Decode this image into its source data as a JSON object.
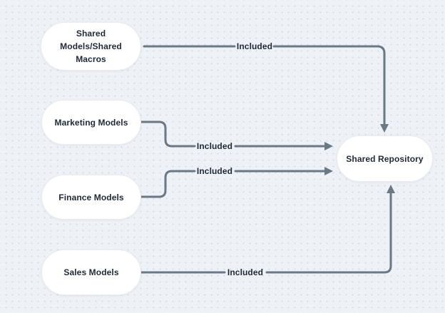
{
  "diagram": {
    "nodes": [
      {
        "id": "shared-models",
        "label": "Shared Models/Shared Macros",
        "lines": [
          "Shared",
          "Models/Shared",
          "Macros"
        ]
      },
      {
        "id": "marketing-models",
        "label": "Marketing Models"
      },
      {
        "id": "finance-models",
        "label": "Finance Models"
      },
      {
        "id": "sales-models",
        "label": "Sales Models"
      },
      {
        "id": "shared-repository",
        "label": "Shared Repository"
      }
    ],
    "edges": [
      {
        "from": "shared-models",
        "to": "shared-repository",
        "label": "Included"
      },
      {
        "from": "marketing-models",
        "to": "shared-repository",
        "label": "Included"
      },
      {
        "from": "finance-models",
        "to": "shared-repository",
        "label": "Included"
      },
      {
        "from": "sales-models",
        "to": "shared-repository",
        "label": "Included"
      }
    ],
    "colors": {
      "background": "#eef1f5",
      "grid_dot": "#d4dae1",
      "node_fill": "#ffffff",
      "node_border": "#e9ecf0",
      "connector": "#6b7987",
      "text": "#1f2a38"
    }
  }
}
